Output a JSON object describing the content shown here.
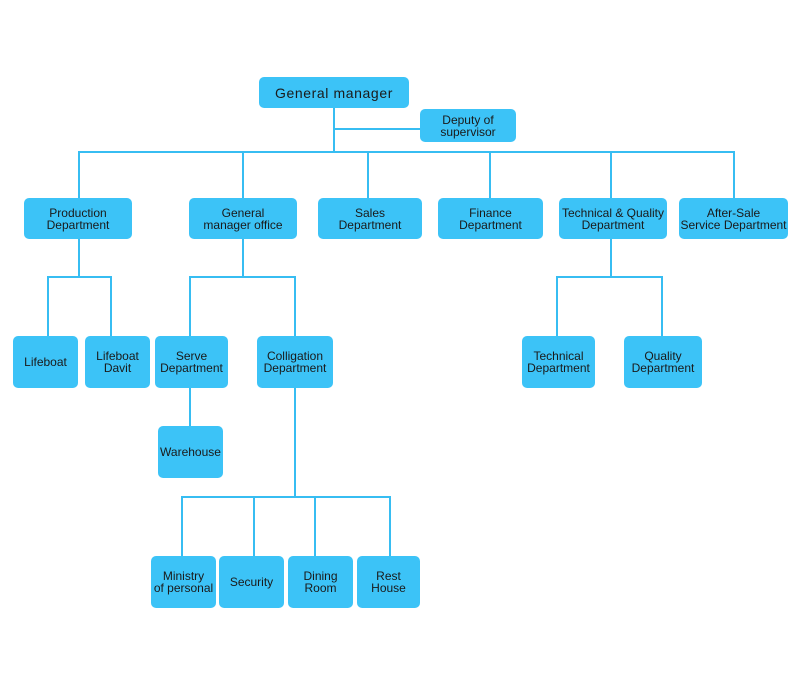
{
  "org_chart": {
    "general_manager": "General manager",
    "deputy": "Deputy of\nsupervisor",
    "departments": {
      "production": "Production\nDepartment",
      "gm_office": "General\nmanager office",
      "sales": "Sales\nDepartment",
      "finance": "Finance\nDepartment",
      "tech_quality": "Technical & Quality\nDepartment",
      "after_sale": "After-Sale\nService Department"
    },
    "production_units": {
      "lifeboat": "Lifeboat",
      "lifeboat_davit": "Lifeboat\nDavit"
    },
    "office_units": {
      "serve": "Serve\nDepartment",
      "colligation": "Colligation\nDepartment"
    },
    "serve_units": {
      "warehouse": "Warehouse"
    },
    "colligation_units": {
      "ministry": "Ministry\nof  personal",
      "security": "Security",
      "dining": "Dining\nRoom",
      "rest": "Rest\nHouse"
    },
    "tech_units": {
      "technical": "Technical\nDepartment",
      "quality": "Quality\nDepartment"
    },
    "colors": {
      "box_fill": "#3cc3f7",
      "connector": "#37bdf2",
      "text": "#1a1a1a"
    }
  }
}
